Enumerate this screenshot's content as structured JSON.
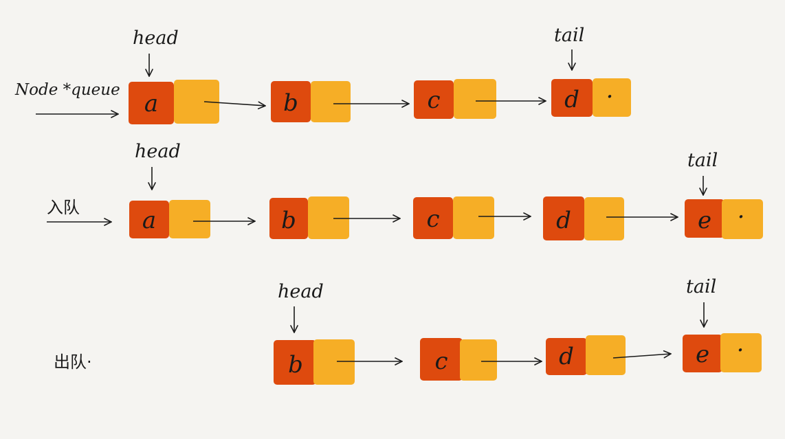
{
  "colors": {
    "background": "#f5f4f1",
    "data_cell": "#de4a0e",
    "next_cell": "#f6ae26",
    "ink": "#1a1a1a"
  },
  "rows": [
    {
      "label": "Node *queue",
      "nodes": [
        "a",
        "b",
        "c",
        "d"
      ],
      "head_label": "head",
      "tail_label": "tail",
      "head_index": 0,
      "tail_index": 3,
      "null_marker": "·"
    },
    {
      "label": "入队",
      "nodes": [
        "a",
        "b",
        "c",
        "d",
        "e"
      ],
      "head_label": "head",
      "tail_label": "tail",
      "head_index": 0,
      "tail_index": 4,
      "null_marker": "·"
    },
    {
      "label": "出队·",
      "nodes": [
        "b",
        "c",
        "d",
        "e"
      ],
      "head_label": "head",
      "tail_label": "tail",
      "head_index": 0,
      "tail_index": 3,
      "null_marker": "·"
    }
  ]
}
